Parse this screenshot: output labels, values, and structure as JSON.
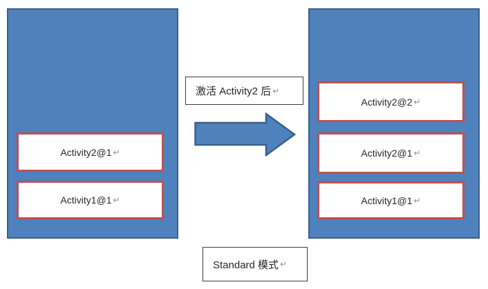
{
  "page": {
    "eol_mark": "↵",
    "arrow_caption": {
      "text": "激活 Activity2 后"
    },
    "bottom_caption": {
      "text": "Standard 模式"
    },
    "left_stack": {
      "boxes": [
        {
          "label": "Activity2@1"
        },
        {
          "label": "Activity1@1"
        }
      ]
    },
    "right_stack": {
      "boxes": [
        {
          "label": "Activity2@2"
        },
        {
          "label": "Activity2@1"
        },
        {
          "label": "Activity1@1"
        }
      ]
    },
    "icons": {
      "arrow": "right-block-arrow"
    },
    "colors": {
      "stack_fill": "#4f81bd",
      "stack_border": "#3a5f8b",
      "activity_box_border": "#c0504d",
      "activity_box_fill": "#ffffff",
      "caption_border": "#3b3b3b",
      "text": "#262626",
      "eol_mark_color": "#8c8c8c"
    }
  }
}
